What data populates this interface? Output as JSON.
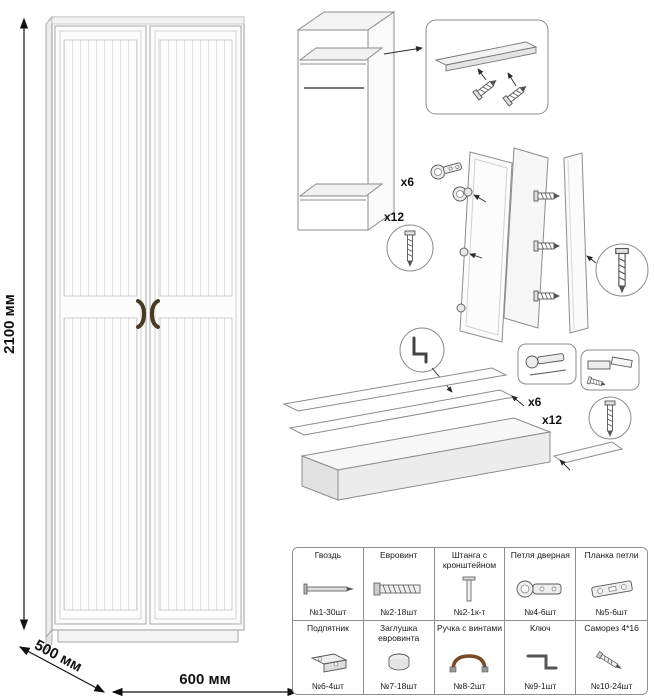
{
  "dimensions": {
    "height": "2100 мм",
    "depth": "500 мм",
    "width": "600 мм"
  },
  "assembly": {
    "labels": {
      "hinges_top": "x6",
      "screws_top": "x12",
      "hinges_bottom": "x6",
      "screws_bottom": "x12"
    }
  },
  "parts": {
    "rows": [
      [
        {
          "name": "Гвоздь",
          "qty": "№1-30шт",
          "icon": "nail-icon"
        },
        {
          "name": "Евровинт",
          "qty": "№2-18шт",
          "icon": "euroscrew-icon"
        },
        {
          "name": "Штанга с кронштейном",
          "qty": "№2-1к-т",
          "icon": "rod-with-bracket-icon"
        },
        {
          "name": "Петля дверная",
          "qty": "№4-6шт",
          "icon": "door-hinge-icon"
        },
        {
          "name": "Планка петли",
          "qty": "№5-6шт",
          "icon": "hinge-plate-icon"
        }
      ],
      [
        {
          "name": "Подпятник",
          "qty": "№6-4шт",
          "icon": "foot-glide-icon"
        },
        {
          "name": "Заглушка евровинта",
          "qty": "№7-18шт",
          "icon": "screw-cap-icon"
        },
        {
          "name": "Ручка с винтами",
          "qty": "№8-2шт",
          "icon": "handle-icon"
        },
        {
          "name": "Ключ",
          "qty": "№9-1шт",
          "icon": "key-icon"
        },
        {
          "name": "Саморез 4*16",
          "qty": "№10-24шт",
          "icon": "screw-icon"
        }
      ]
    ]
  },
  "colors": {
    "outline": "#8c8c8c",
    "text": "#1a1a1a",
    "handle_brown": "#6b4a23"
  }
}
